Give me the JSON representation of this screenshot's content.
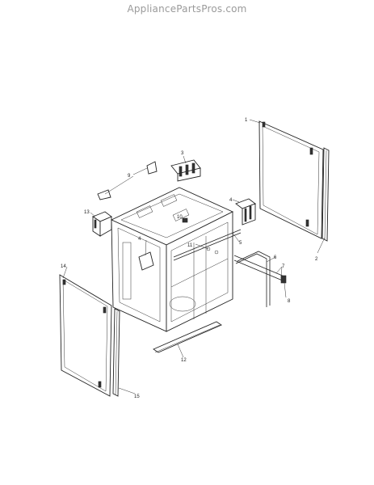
{
  "watermark": "AppliancePartsPros.com",
  "callouts": {
    "c1": "1",
    "c2": "2",
    "c3": "3",
    "c4a": "4",
    "c4b": "4",
    "c5": "5",
    "c6": "6",
    "c7": "7",
    "c8": "8",
    "c9": "9",
    "c10": "10",
    "c11": "11",
    "c12": "12",
    "c13": "13",
    "c14": "14",
    "c15": "15"
  }
}
